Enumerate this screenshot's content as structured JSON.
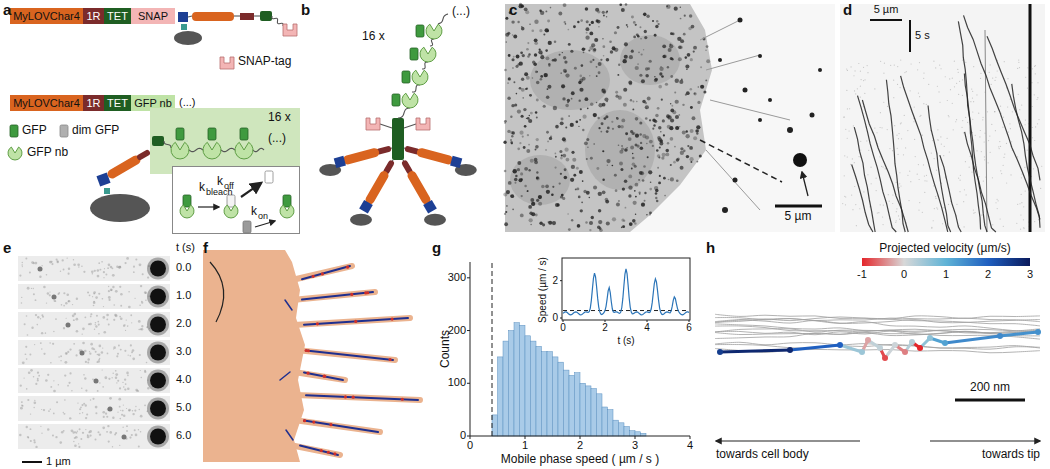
{
  "diagram": {
    "nodes": [
      {
        "text": [
          "MyLOVChar4"
        ]
      },
      {
        "text": [
          "1R"
        ]
      },
      {
        "text": [
          "TET"
        ]
      },
      {
        "text": [
          "SNAP"
        ]
      },
      {
        "text": [
          "MyLOVChar4"
        ]
      },
      {
        "text": [
          "1R"
        ]
      },
      {
        "text": [
          "TET"
        ]
      },
      {
        "text": [
          "GFP nb"
        ]
      },
      {
        "text": [
          "16 x",
          "(...)"
        ]
      },
      {
        "text": [
          "k",
          "bleach",
          "k",
          "off",
          "k",
          "on"
        ]
      }
    ],
    "labels": [
      "a",
      "(...)",
      "b",
      "16 x",
      "(...)",
      "c",
      "5 µm",
      "d",
      "5 µm",
      "5 s",
      "e",
      "t (s)",
      "0.0",
      "1.0",
      "2.0",
      "3.0",
      "4.0",
      "5.0",
      "6.0",
      "1 µm",
      "f",
      "g",
      "Counts",
      "Mobile phase speed ( µm / s )",
      "0",
      "1",
      "2",
      "3",
      "4",
      "0",
      "100",
      "200",
      "300",
      "Speed (µm / s)",
      "t (s)",
      "0",
      "2",
      "4",
      "6",
      "0",
      "2",
      "h",
      "Projected velocity (µm/s)",
      "-1",
      "0",
      "1",
      "2",
      "3",
      "200 nm",
      "towards cell body",
      "towards tip"
    ],
    "legend": [
      {
        "text": "SNAP-tag"
      },
      {
        "text": "GFP"
      },
      {
        "text": "dim GFP"
      },
      {
        "text": "GFP nb"
      }
    ]
  }
}
